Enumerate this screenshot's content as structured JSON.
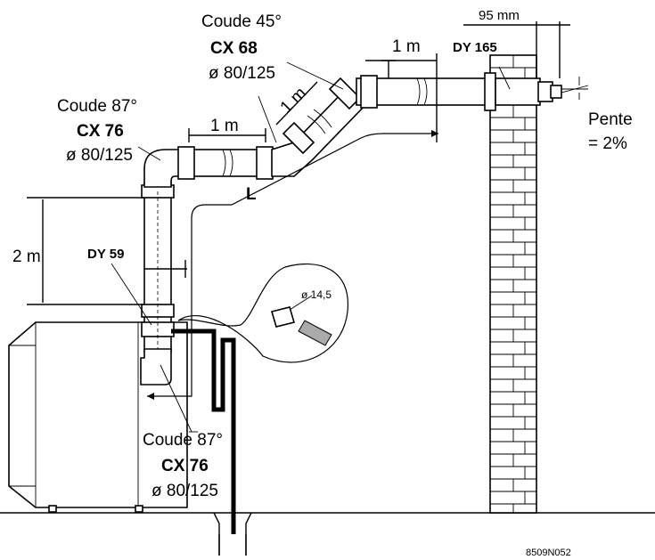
{
  "labels": {
    "elbow_top": {
      "line1": "Coude 45°",
      "code": "CX 68",
      "dia": "ø 80/125"
    },
    "elbow_left": {
      "line1": "Coude 87°",
      "code": "CX 76",
      "dia": "ø 80/125"
    },
    "elbow_bottom": {
      "line1": "Coude 87°",
      "code": "CX 76",
      "dia": "ø 80/125"
    },
    "terminal": "DY 165",
    "adapter": "DY 59",
    "dim_95": "95 mm",
    "dim_1m_top": "1 m",
    "dim_1m_diag": "1 m",
    "dim_1m_mid": "1 m",
    "dim_2m": "2 m",
    "length": "L",
    "drain_dia": "ø 14,5",
    "slope_line1": "Pente",
    "slope_line2": "= 2%",
    "ref": "8509N052"
  }
}
